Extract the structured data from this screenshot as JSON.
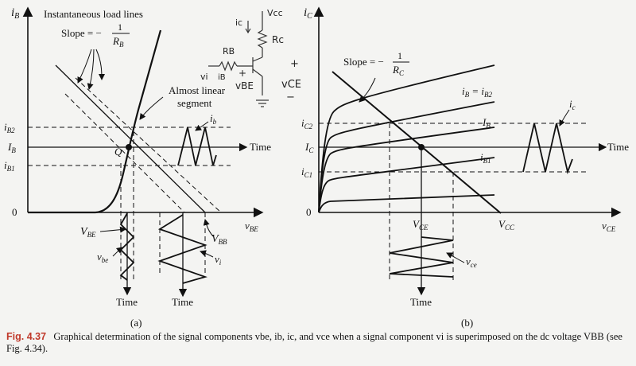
{
  "figure": {
    "panel_a": {
      "y_axis_label": "i",
      "y_axis_sub": "B",
      "x_axis_label": "v",
      "x_axis_sub": "BE",
      "title_load_lines": "Instantaneous load lines",
      "slope_label": "Slope = −",
      "slope_num": "1",
      "slope_den": "R",
      "slope_den_sub": "B",
      "almost_linear_1": "Almost linear",
      "almost_linear_2": "segment",
      "tick_iB2": "i",
      "tick_iB2_sub": "B2",
      "tick_IB": "I",
      "tick_IB_sub": "B",
      "tick_iB1": "i",
      "tick_iB1_sub": "B1",
      "tick_zero": "0",
      "q_label": "Q",
      "ib_label": "i",
      "ib_sub": "b",
      "time_right": "Time",
      "vbe_label": "V",
      "vbe_sub": "BE",
      "vbb_label": "V",
      "vbb_sub": "BB",
      "vbe_small": "v",
      "vbe_small_sub": "be",
      "vi_label": "v",
      "vi_sub": "i",
      "time_below_1": "Time",
      "time_below_2": "Time",
      "panel_label": "(a)"
    },
    "panel_b": {
      "y_axis_label": "i",
      "y_axis_sub": "C",
      "x_axis_label": "v",
      "x_axis_sub": "CE",
      "slope_label": "Slope = −",
      "slope_num": "1",
      "slope_den": "R",
      "slope_den_sub": "C",
      "ib_eq": "i",
      "ib_eq_sub1": "B",
      "ib_eq_mid": " = i",
      "ib_eq_sub2": "B2",
      "IB_label": "I",
      "IB_sub": "B",
      "iB1_label": "i",
      "iB1_sub": "B1",
      "tick_iC2": "i",
      "tick_iC2_sub": "C2",
      "tick_IC": "I",
      "tick_IC_sub": "C",
      "tick_iC1": "i",
      "tick_iC1_sub": "C1",
      "tick_zero": "0",
      "vce_tick": "V",
      "vce_tick_sub": "CE",
      "vcc_tick": "V",
      "vcc_tick_sub": "CC",
      "ic_label": "i",
      "ic_sub": "c",
      "time_right": "Time",
      "vce_small": "v",
      "vce_small_sub": "ce",
      "time_below": "Time",
      "panel_label": "(b)"
    },
    "handwritten": {
      "vcc": "Vcc",
      "ic": "ic",
      "rc": "Rc",
      "rb": "RB",
      "vi": "vi",
      "ib": "iB",
      "vbe": "vBE",
      "vce": "vCE",
      "plus": "+",
      "minus": "−"
    }
  },
  "caption": {
    "label": "Fig. 4.37",
    "text": "Graphical determination of the signal components vbe, ib, ic, and vce when a signal component vi is superimposed on the dc voltage VBB (see Fig. 4.34)."
  }
}
